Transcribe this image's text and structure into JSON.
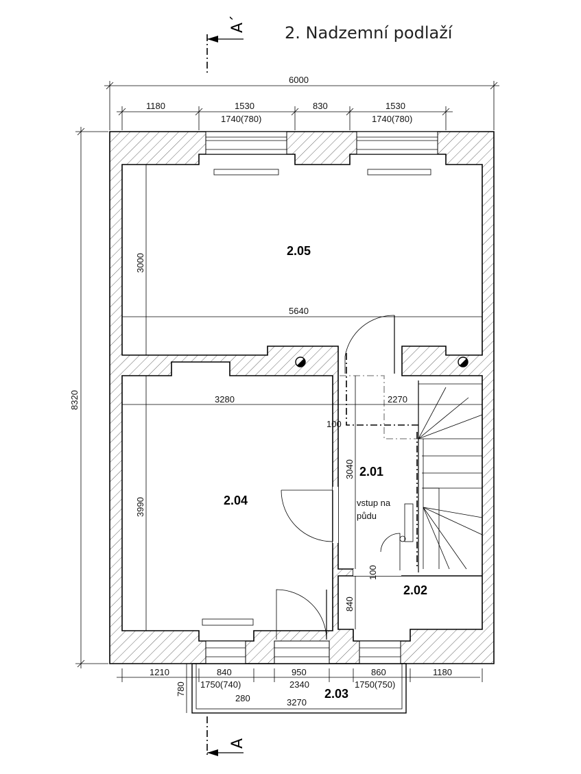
{
  "title": "2. Nadzemní podlaží",
  "section_marks": {
    "top": "A´",
    "bottom": "A"
  },
  "rooms": {
    "r205": "2.05",
    "r204": "2.04",
    "r201": "2.01",
    "r202": "2.02",
    "r203": "2.03"
  },
  "note_attic_line1": "vstup  na",
  "note_attic_line2": "půdu",
  "dims": {
    "top_total": "6000",
    "top_1180": "1180",
    "top_1530a": "1530",
    "top_830": "830",
    "top_1530b": "1530",
    "win_top_a": "1740(780)",
    "win_top_b": "1740(780)",
    "left_total": "8320",
    "r205_height": "3000",
    "r205_width": "5640",
    "r204_width": "3280",
    "r204_height": "3990",
    "corr_width": "2270",
    "wall_100a": "100",
    "corr_height": "3040",
    "wall_100b": "100",
    "r202_height": "840",
    "bot_1210": "1210",
    "bot_840": "840",
    "bot_950": "950",
    "bot_860": "860",
    "bot_1180": "1180",
    "win_bot_a": "1750(740)",
    "bot_2340": "2340",
    "win_bot_b": "1750(750)",
    "balc_780": "780",
    "balc_280": "280",
    "balc_3270": "3270"
  }
}
